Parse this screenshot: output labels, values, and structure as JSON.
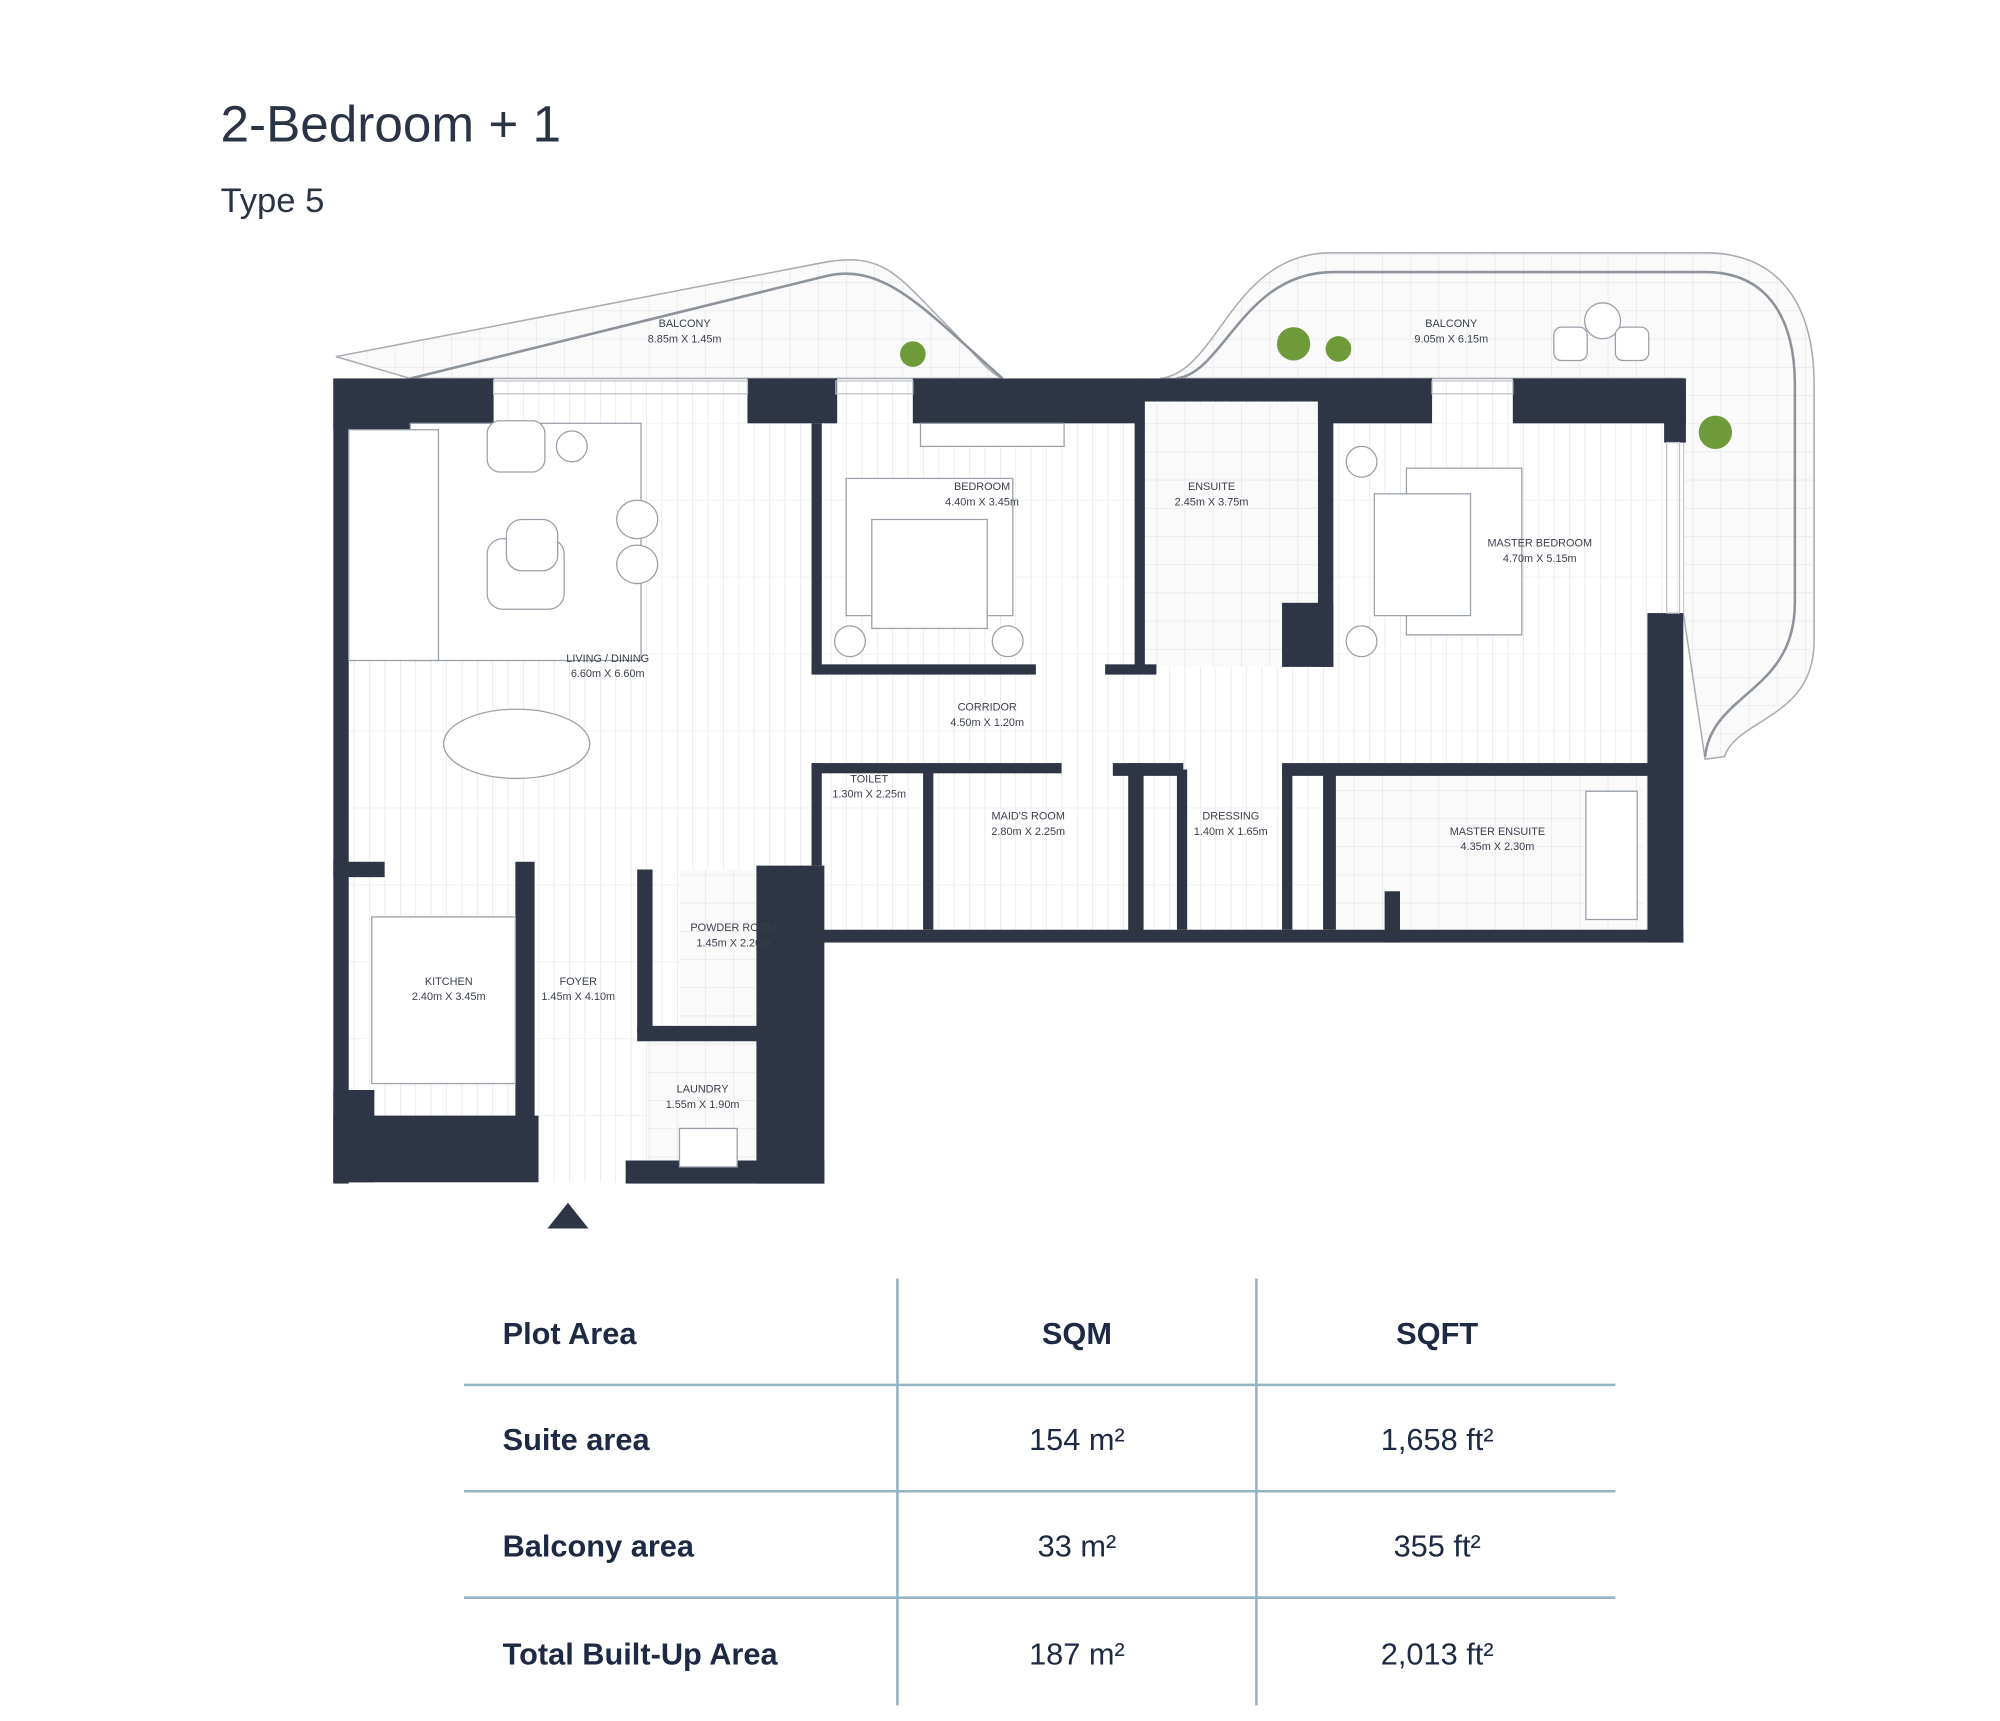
{
  "header": {
    "title": "2-Bedroom + 1",
    "subtitle": "Type 5"
  },
  "colors": {
    "wall": "#2e3646",
    "text": "#1e2a44",
    "table_rule": "#93b4c1",
    "plant": "#6f9a3a"
  },
  "rooms": [
    {
      "name": "BALCONY",
      "size": "8.85m X 1.45m"
    },
    {
      "name": "BALCONY",
      "size": "9.05m X 6.15m"
    },
    {
      "name": "BEDROOM",
      "size": "4.40m X 3.45m"
    },
    {
      "name": "ENSUITE",
      "size": "2.45m X 3.75m"
    },
    {
      "name": "MASTER BEDROOM",
      "size": "4.70m X 5.15m"
    },
    {
      "name": "LIVING / DINING",
      "size": "6.60m X 6.60m"
    },
    {
      "name": "CORRIDOR",
      "size": "4.50m X 1.20m"
    },
    {
      "name": "TOILET",
      "size": "1.30m X 2.25m"
    },
    {
      "name": "MAID'S ROOM",
      "size": "2.80m X 2.25m"
    },
    {
      "name": "DRESSING",
      "size": "1.40m X 1.65m"
    },
    {
      "name": "MASTER ENSUITE",
      "size": "4.35m X 2.30m"
    },
    {
      "name": "POWDER ROOM",
      "size": "1.45m X 2.20m"
    },
    {
      "name": "KITCHEN",
      "size": "2.40m X 3.45m"
    },
    {
      "name": "FOYER",
      "size": "1.45m X 4.10m"
    },
    {
      "name": "LAUNDRY",
      "size": "1.55m X 1.90m"
    }
  ],
  "entrance_icon": "entrance-triangle-icon",
  "area_table": {
    "headers": [
      "Plot Area",
      "SQM",
      "SQFT"
    ],
    "rows": [
      {
        "label": "Suite area",
        "sqm": "154 m²",
        "sqft": "1,658 ft²"
      },
      {
        "label": "Balcony area",
        "sqm": "33 m²",
        "sqft": "355 ft²"
      },
      {
        "label": "Total Built-Up Area",
        "sqm": "187 m²",
        "sqft": "2,013 ft²"
      }
    ]
  }
}
